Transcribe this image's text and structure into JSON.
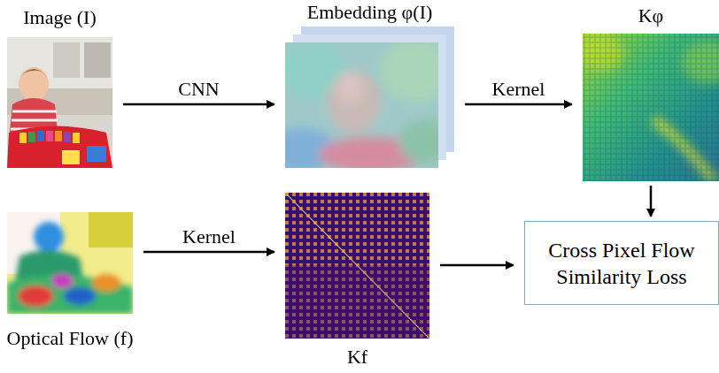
{
  "diagram": {
    "nodes": [
      {
        "text": [
          "Image (I)"
        ]
      },
      {
        "text": [
          "Embedding φ(I)"
        ]
      },
      {
        "text": [
          "Kφ"
        ]
      },
      {
        "text": [
          "Optical Flow (f)"
        ]
      },
      {
        "text": [
          "Kf"
        ]
      },
      {
        "text": [
          "Cross Pixel Flow Similarity Loss"
        ]
      }
    ],
    "edges": [
      {
        "from": 0,
        "to": 1,
        "label": "CNN",
        "arrow": "to"
      },
      {
        "from": 1,
        "to": 2,
        "label": "Kernel",
        "arrow": "to"
      },
      {
        "from": 3,
        "to": 4,
        "label": "Kernel",
        "arrow": "to"
      },
      {
        "from": 2,
        "to": 5,
        "arrow": "to"
      },
      {
        "from": 4,
        "to": 5,
        "arrow": "to"
      }
    ]
  }
}
